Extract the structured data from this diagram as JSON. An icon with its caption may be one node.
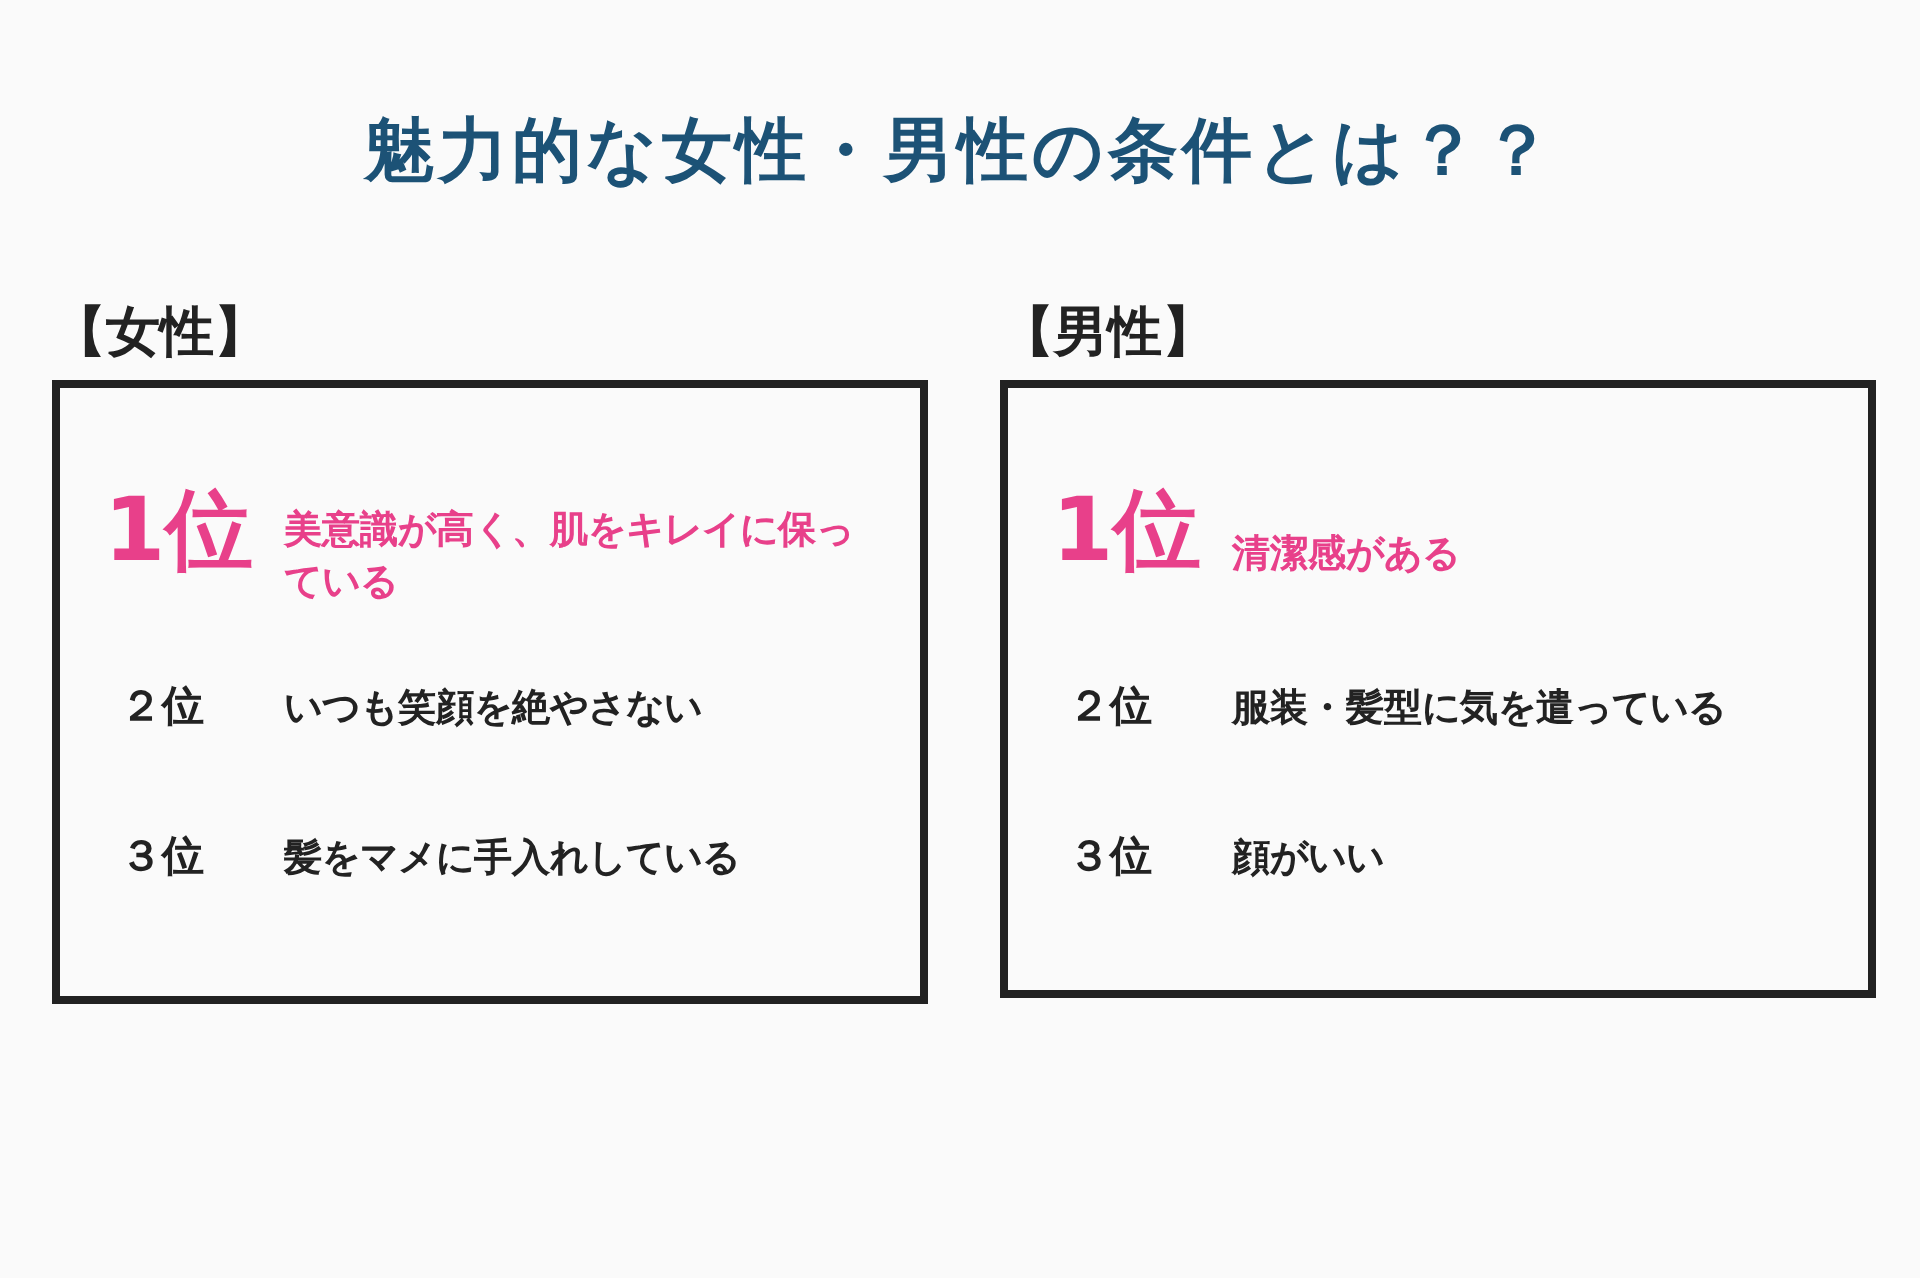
{
  "diagram": {
    "title": "魅力的な女性・男性の条件とは？？",
    "nodes": [
      {
        "text": [
          "【女性】",
          "1位",
          "美意識が高く、肌をキレイに保っている",
          "２位",
          "いつも笑顔を絶やさない",
          "３位",
          "髪をマメに手入れしている"
        ]
      },
      {
        "text": [
          "【男性】",
          "1位",
          "清潔感がある",
          "２位",
          "服装・髪型に気を遣っている",
          "３位",
          "顔がいい"
        ]
      }
    ]
  }
}
